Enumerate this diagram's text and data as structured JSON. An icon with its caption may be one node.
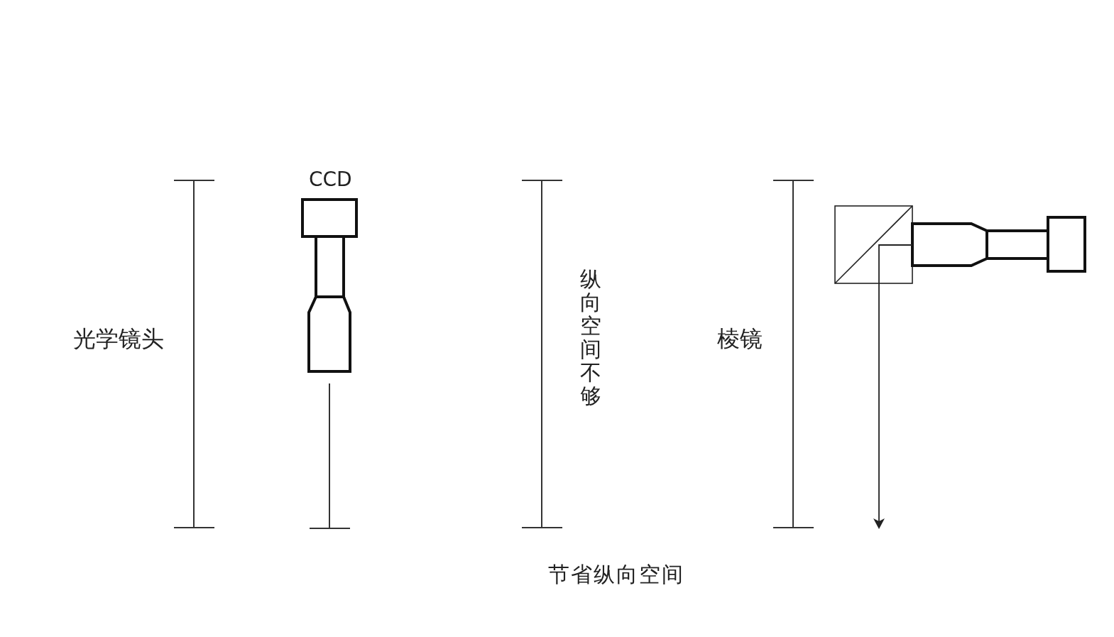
{
  "diagram": {
    "labels": [
      "CCD",
      "光学镜头",
      "纵向空间不够",
      "棱镜",
      "节省纵向空间"
    ]
  }
}
